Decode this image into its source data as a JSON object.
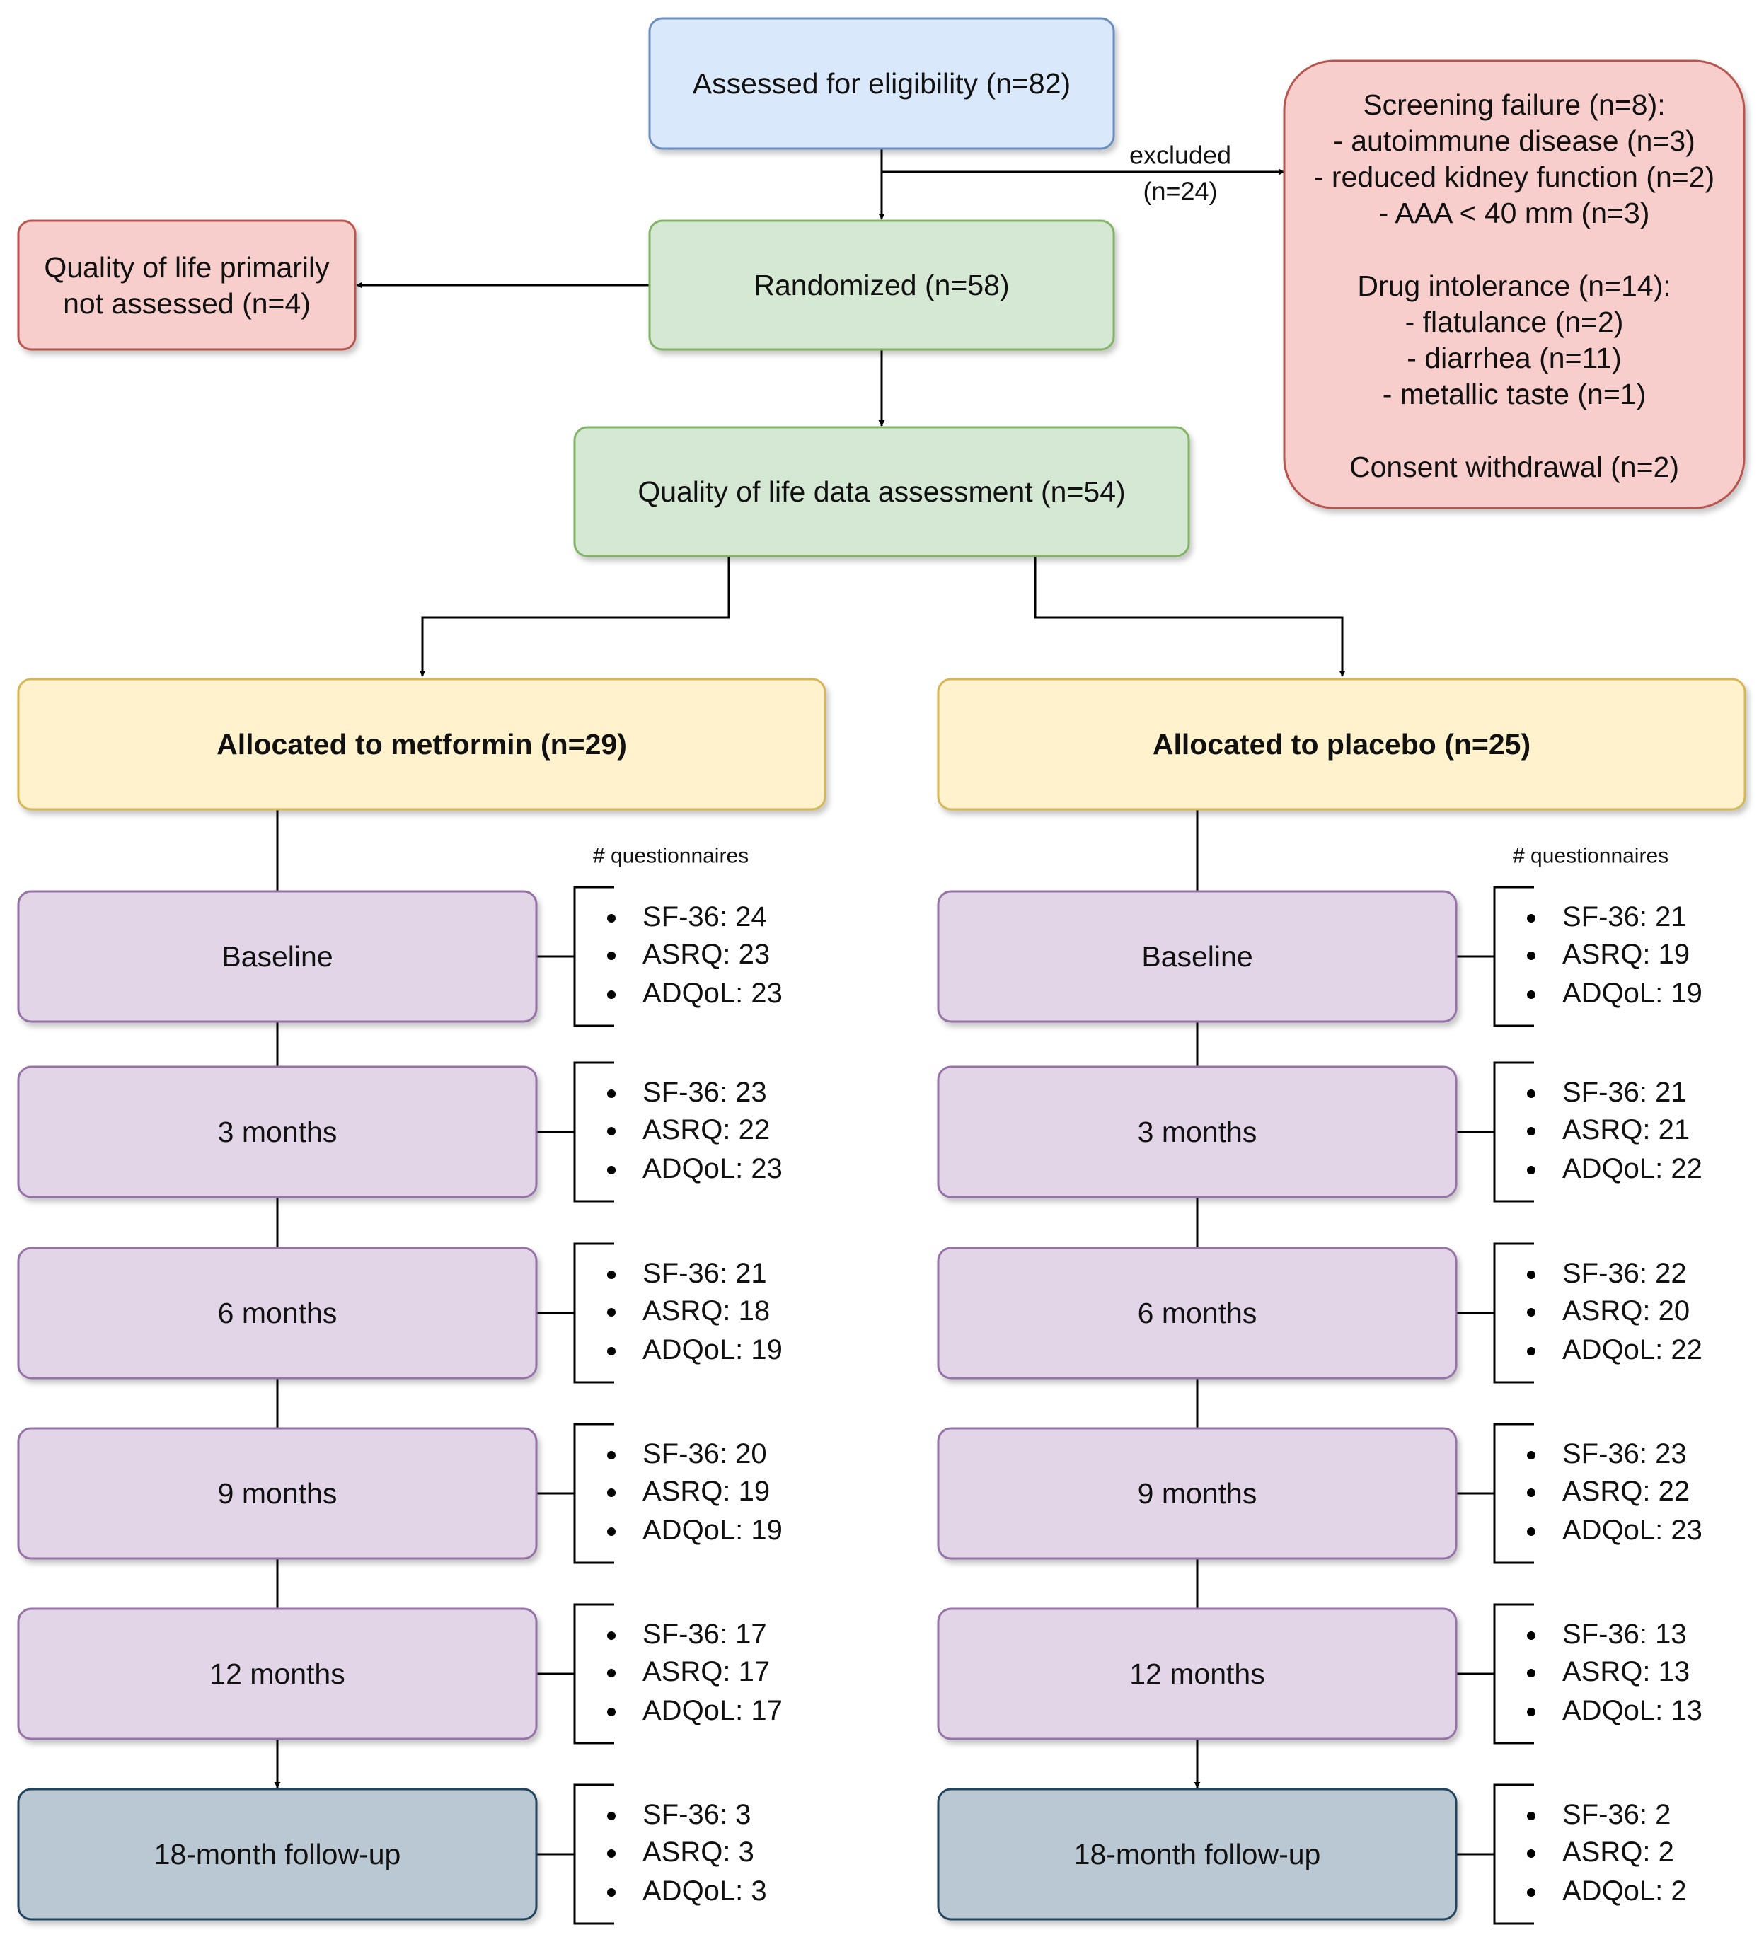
{
  "colors": {
    "blue_fill": "#dae8fc",
    "blue_stroke": "#6c8ebf",
    "green_fill": "#d5e8d4",
    "green_stroke": "#82b366",
    "red_fill": "#f8cecc",
    "red_stroke": "#b85450",
    "yellow_fill": "#fff2cc",
    "yellow_stroke": "#d6b656",
    "purple_fill": "#e1d5e7",
    "purple_stroke": "#9673a6",
    "slate_fill": "#bac8d3",
    "slate_stroke": "#23445d",
    "line": "#000000"
  },
  "nodes": {
    "assessed": "Assessed for eligibility (n=82)",
    "randomized": "Randomized (n=58)",
    "qol_not_assessed": [
      "Quality of life primarily",
      "not assessed (n=4)"
    ],
    "qol_assessment": "Quality of life data assessment (n=54)",
    "excluded_label": [
      "excluded",
      "(n=24)"
    ],
    "exclusions": [
      "Screening failure (n=8):",
      "- autoimmune disease (n=3)",
      "- reduced kidney function (n=2)",
      "- AAA < 40 mm (n=3)",
      "",
      "Drug intolerance (n=14):",
      "- flatulance (n=2)",
      "- diarrhea (n=11)",
      "- metallic taste (n=1)",
      "",
      "Consent withdrawal (n=2)"
    ]
  },
  "arms": [
    {
      "title": "Allocated to metformin (n=29)",
      "questionnaires_label": "# questionnaires",
      "timepoints": [
        {
          "label": "Baseline",
          "items": [
            "SF-36: 24",
            "ASRQ: 23",
            "ADQoL: 23"
          ]
        },
        {
          "label": "3 months",
          "items": [
            "SF-36: 23",
            "ASRQ: 22",
            "ADQoL: 23"
          ]
        },
        {
          "label": "6 months",
          "items": [
            "SF-36: 21",
            "ASRQ: 18",
            "ADQoL: 19"
          ]
        },
        {
          "label": "9 months",
          "items": [
            "SF-36: 20",
            "ASRQ: 19",
            "ADQoL: 19"
          ]
        },
        {
          "label": "12 months",
          "items": [
            "SF-36: 17",
            "ASRQ: 17",
            "ADQoL: 17"
          ]
        },
        {
          "label": "18-month follow-up",
          "items": [
            "SF-36: 3",
            "ASRQ: 3",
            "ADQoL: 3"
          ]
        }
      ]
    },
    {
      "title": "Allocated to placebo (n=25)",
      "questionnaires_label": "# questionnaires",
      "timepoints": [
        {
          "label": "Baseline",
          "items": [
            "SF-36: 21",
            "ASRQ: 19",
            "ADQoL: 19"
          ]
        },
        {
          "label": "3 months",
          "items": [
            "SF-36: 21",
            "ASRQ: 21",
            "ADQoL: 22"
          ]
        },
        {
          "label": "6 months",
          "items": [
            "SF-36: 22",
            "ASRQ: 20",
            "ADQoL: 22"
          ]
        },
        {
          "label": "9 months",
          "items": [
            "SF-36: 23",
            "ASRQ: 22",
            "ADQoL: 23"
          ]
        },
        {
          "label": "12 months",
          "items": [
            "SF-36: 13",
            "ASRQ: 13",
            "ADQoL: 13"
          ]
        },
        {
          "label": "18-month follow-up",
          "items": [
            "SF-36: 2",
            "ASRQ: 2",
            "ADQoL: 2"
          ]
        }
      ]
    }
  ]
}
